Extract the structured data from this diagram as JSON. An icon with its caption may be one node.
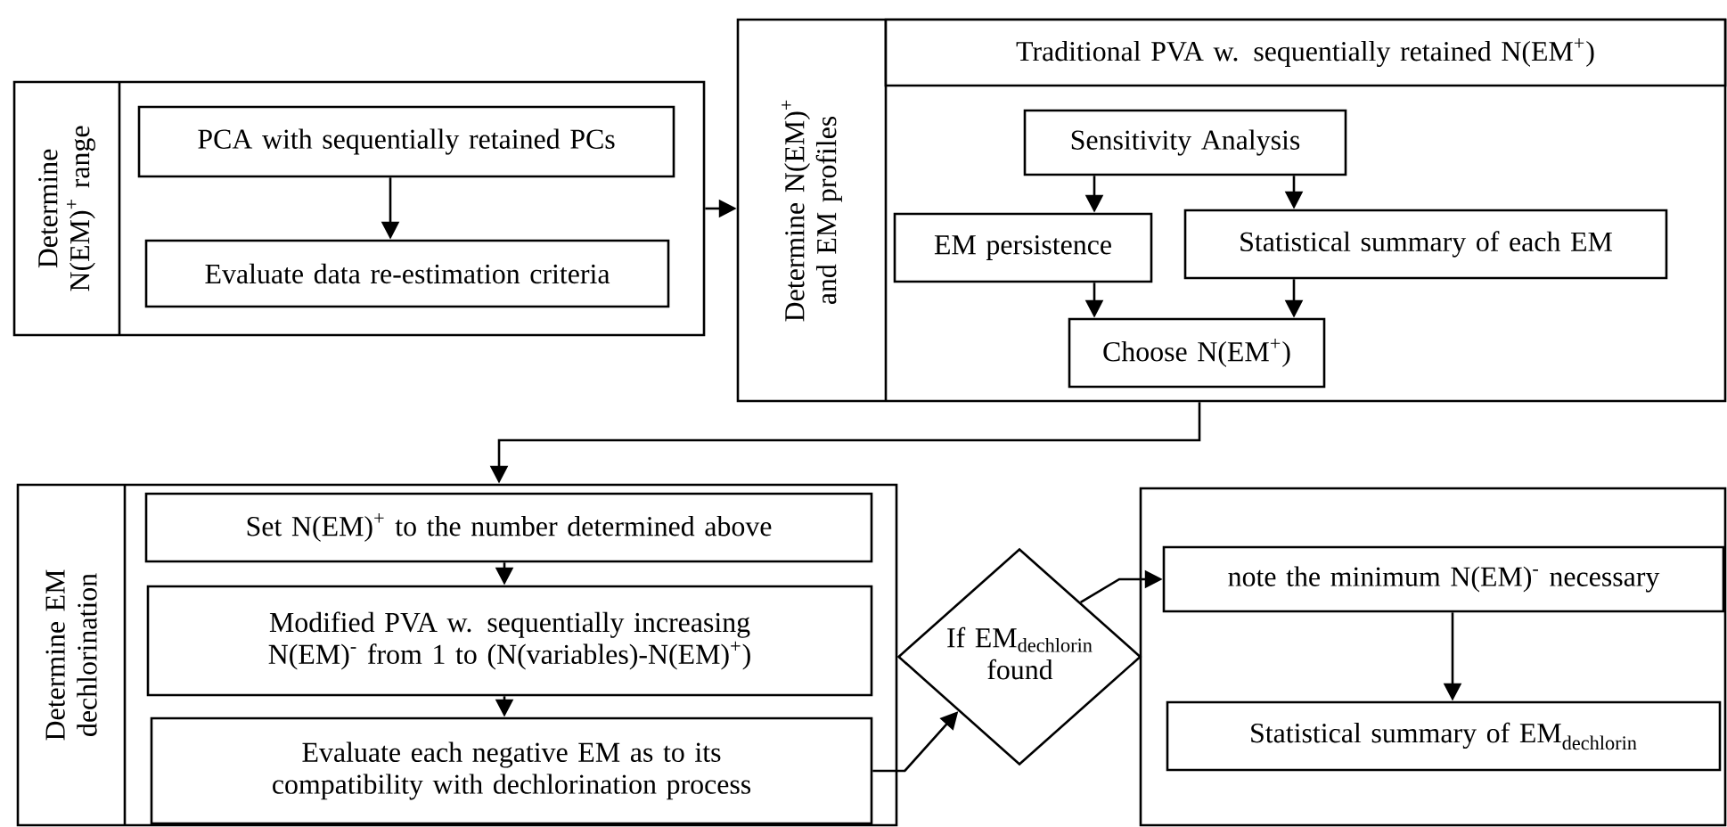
{
  "diagram": {
    "nodes": [
      {
        "text": [
          "Determine N(EM)$^{+}$ range"
        ]
      },
      {
        "text": [
          "PCA with sequentially retained PCs"
        ],
        "in": 0
      },
      {
        "text": [
          "Evaluate data re-estimation criteria"
        ],
        "in": 0
      },
      {
        "text": [
          "Determine N(EM)$^{+}$ and EM profiles"
        ]
      },
      {
        "text": [
          "Traditional PVA w. sequentially retained N(EM$^{+}$)"
        ],
        "in": 3
      },
      {
        "text": [
          "Sensitivity Analysis"
        ],
        "in": 3
      },
      {
        "text": [
          "EM persistence"
        ],
        "in": 3
      },
      {
        "text": [
          "Statistical summary of each EM"
        ],
        "in": 3
      },
      {
        "text": [
          "Choose N(EM$^{+}$)"
        ],
        "in": 3
      },
      {
        "text": [
          "Determine EM dechlorination"
        ]
      },
      {
        "text": [
          "Set N(EM)$^{+}$ to the number determined above"
        ],
        "in": 9
      },
      {
        "text": [
          "Modified PVA w. sequentially increasing N(EM)$^{-}$ from 1 to (N(variables)-N(EM)$^{+}$)"
        ],
        "in": 9
      },
      {
        "text": [
          "Evaluate each negative EM as to its compatibility with dechlorination process"
        ],
        "in": 9
      },
      {
        "text": [
          "\\begin{array}{c}\\mathrm{If\\ EM}_{\\mathrm{dechlorin}}\\\\ \\mathrm{found}\\end{array}"
        ]
      },
      {
        "text": [],
        "shape": "box"
      },
      {
        "text": [
          "note the minimum N(EM)$^{-}$ necessary"
        ],
        "in": 14
      },
      {
        "text": [
          "\\mathrm{Statistical\\ summary\\ of\\ EM}_{\\mathrm{dechlorin}}"
        ],
        "in": 14
      }
    ],
    "edges": [
      {
        "from": 1,
        "to": 2,
        "arrow": "to"
      },
      {
        "from": 0,
        "to": 3,
        "arrow": "to"
      },
      {
        "from": 5,
        "to": 6,
        "arrow": "to"
      },
      {
        "from": 5,
        "to": 7,
        "arrow": "to"
      },
      {
        "from": 6,
        "to": 8,
        "arrow": "to"
      },
      {
        "from": 7,
        "to": 8,
        "arrow": "to"
      },
      {
        "from": 3,
        "to": 9,
        "arrow": "to"
      },
      {
        "from": 10,
        "to": 11,
        "arrow": "to"
      },
      {
        "from": 11,
        "to": 12,
        "arrow": "to"
      },
      {
        "from": 12,
        "to": 13,
        "arrow": "to"
      },
      {
        "from": 13,
        "to": 15,
        "arrow": "to"
      },
      {
        "from": 15,
        "to": 16,
        "arrow": "to"
      }
    ]
  }
}
